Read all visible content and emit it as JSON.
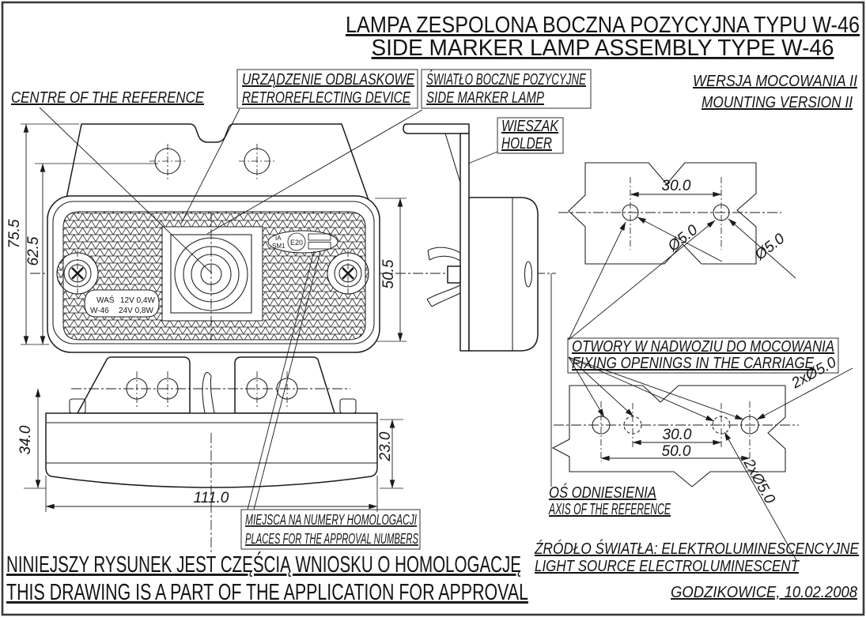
{
  "drawing": {
    "title_pl": "LAMPA ZESPOLONA BOCZNA POZYCYJNA TYPU W-46",
    "title_en": "SIDE MARKER LAMP ASSEMBLY TYPE W-46",
    "labels": {
      "centre_reference": "CENTRE OF THE REFERENCE",
      "retroreflector_pl": "URZĄDZENIE ODBLASKOWE",
      "retroreflector_en": "RETROREFLECTING DEVICE",
      "side_lamp_pl": "ŚWIATŁO BOCZNE POZYCYJNE",
      "side_lamp_en": "SIDE MARKER LAMP",
      "mounting_version_pl": "WERSJA MOCOWANIA II",
      "mounting_version_en": "MOUNTING VERSION II",
      "holder_pl": "WIESZAK",
      "holder_en": "HOLDER",
      "fixing_openings_pl": "OTWORY W NADWOZIU DO MOCOWANIA",
      "fixing_openings_en": "FIXING OPENINGS IN THE CARRIAGE",
      "axis_pl": "OŚ ODNIESIENIA",
      "axis_en": "AXIS OF THE REFERENCE",
      "approval_places_pl": "MIEJSCA NA NUMERY HOMOLOGACJI",
      "approval_places_en": "PLACES FOR THE APPROVAL NUMBERS",
      "light_source_pl": "ŹRÓDŁO ŚWIATŁA: ELEKTROLUMINESCENCYJNE",
      "light_source_en": "LIGHT SOURCE ELECTROLUMINESCENT",
      "statement_pl": "NINIEJSZY RYSUNEK JEST CZĘŚCIĄ WNIOSKU O HOMOLOGACJĘ",
      "statement_en": "THIS DRAWING IS A PART OF THE APPLICATION FOR APPROVAL",
      "place_date": "GODZIKOWICE, 10.02.2008"
    },
    "dimensions": {
      "front_overall_height": "75.5",
      "front_inner_height": "62.5",
      "lamp_height": "50.5",
      "rear_height": "34.0",
      "rear_depth": "23.0",
      "overall_width": "111.0",
      "top_hole_spacing": "30.0",
      "top_hole_dia_left": "Ø5.0",
      "top_hole_dia_right": "Ø5.0",
      "bottom_inner_spacing": "30.0",
      "bottom_outer_spacing": "50.0",
      "bottom_holes_upper": "2xØ5.0",
      "bottom_holes_lower": "2xØ5.0"
    },
    "markings": {
      "brand": "WAŚ",
      "model": "W-46",
      "power_12v": "12V 0,4W",
      "power_24v": "24V 0,8W",
      "retro_class": "IA",
      "lamp_category": "SM1",
      "e_mark": "E20"
    }
  }
}
